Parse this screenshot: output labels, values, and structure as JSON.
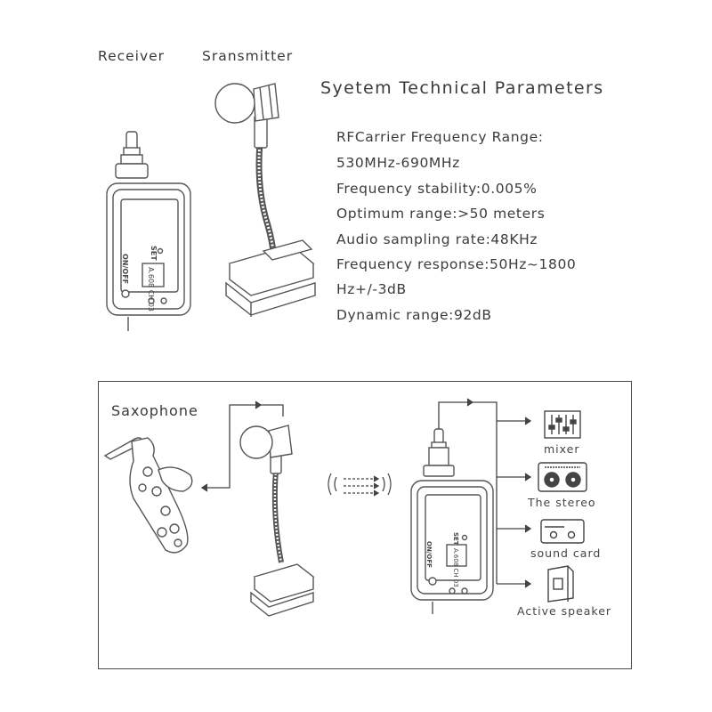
{
  "top": {
    "receiver_label": "Receiver",
    "transmitter_label": "Sransmitter",
    "title": "Syetem Technical Parameters",
    "specs": [
      "RFCarrier Frequency Range:",
      "530MHz-690MHz",
      "Frequency stability:0.005%",
      "Optimum range:>50 meters",
      "Audio sampling rate:48KHz",
      "Frequency response:50Hz~1800",
      "Hz+/-3dB",
      "Dynamic range:92dB"
    ]
  },
  "receiver_unit": {
    "set_label": "SET",
    "onoff_label": "ON/OFF",
    "display_text": "A.608 CH 03"
  },
  "bottom": {
    "source_label": "Saxophone",
    "outputs": [
      "mixer",
      "The stereo",
      "sound card",
      "Active speaker"
    ]
  }
}
